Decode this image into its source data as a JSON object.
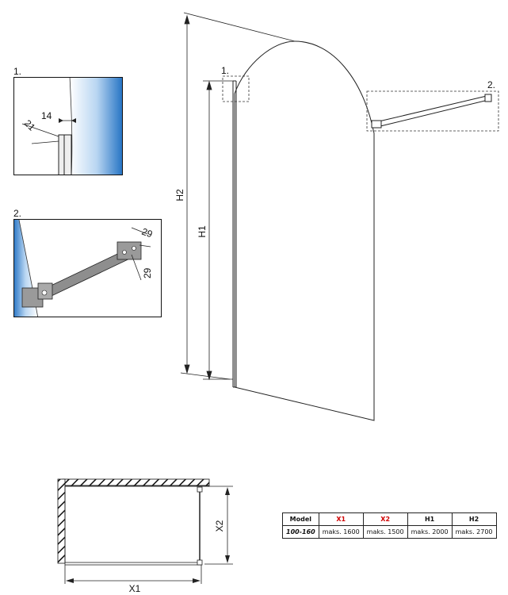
{
  "callouts": {
    "detail_1": "1.",
    "detail_2": "2."
  },
  "detail_1": {
    "dim_a": "21",
    "dim_b": "14"
  },
  "detail_2": {
    "dim_a": "29",
    "dim_b": "29"
  },
  "main": {
    "h2": "H2",
    "h1": "H1"
  },
  "plan": {
    "x1": "X1",
    "x2": "X2"
  },
  "table": {
    "headers": [
      "Model",
      "X1",
      "X2",
      "H1",
      "H2"
    ],
    "row": [
      "100-160",
      "maks. 1600",
      "maks. 1500",
      "maks. 2000",
      "maks. 2700"
    ]
  },
  "colors": {
    "accent_red": "#d00000",
    "glass_blue": "#1f6fc2"
  }
}
